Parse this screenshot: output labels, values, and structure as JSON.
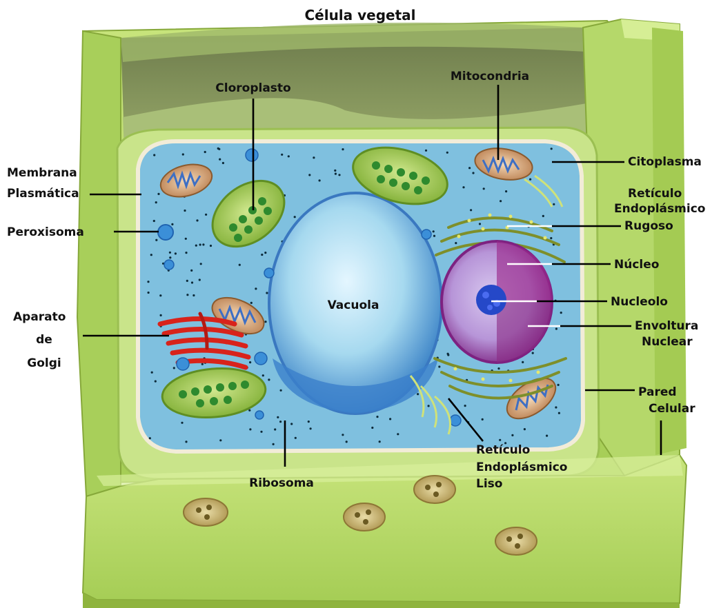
{
  "title": "Célula vegetal",
  "labels": {
    "membrana_1": "Membrana",
    "membrana_2": "Plasmática",
    "peroxisoma": "Peroxisoma",
    "golgi_1": "Aparato",
    "golgi_2": "de",
    "golgi_3": "Golgi",
    "cloroplasto": "Cloroplasto",
    "mitocondria": "Mitocondria",
    "citoplasma": "Citoplasma",
    "rer_1": "Retículo",
    "rer_2": "Endoplásmico",
    "rer_3": "Rugoso",
    "nucleo": "Núcleo",
    "nucleolo": "Nucleolo",
    "envoltura_1": "Envoltura",
    "envoltura_2": "Nuclear",
    "pared_1": "Pared",
    "pared_2": "Celular",
    "vacuola": "Vacuola",
    "ribosoma": "Ribosoma",
    "rel_1": "Retículo",
    "rel_2": "Endoplásmico",
    "rel_3": "Liso"
  },
  "colors": {
    "cell_wall": "#b7d86a",
    "cell_wall_dark": "#8fb43e",
    "cytoplasm": "#7fc0df",
    "vacuole": "#a9dcf2",
    "chloroplast": "#9cc84a",
    "golgi": "#d8231b",
    "nucleus": "#9b2a8c"
  }
}
